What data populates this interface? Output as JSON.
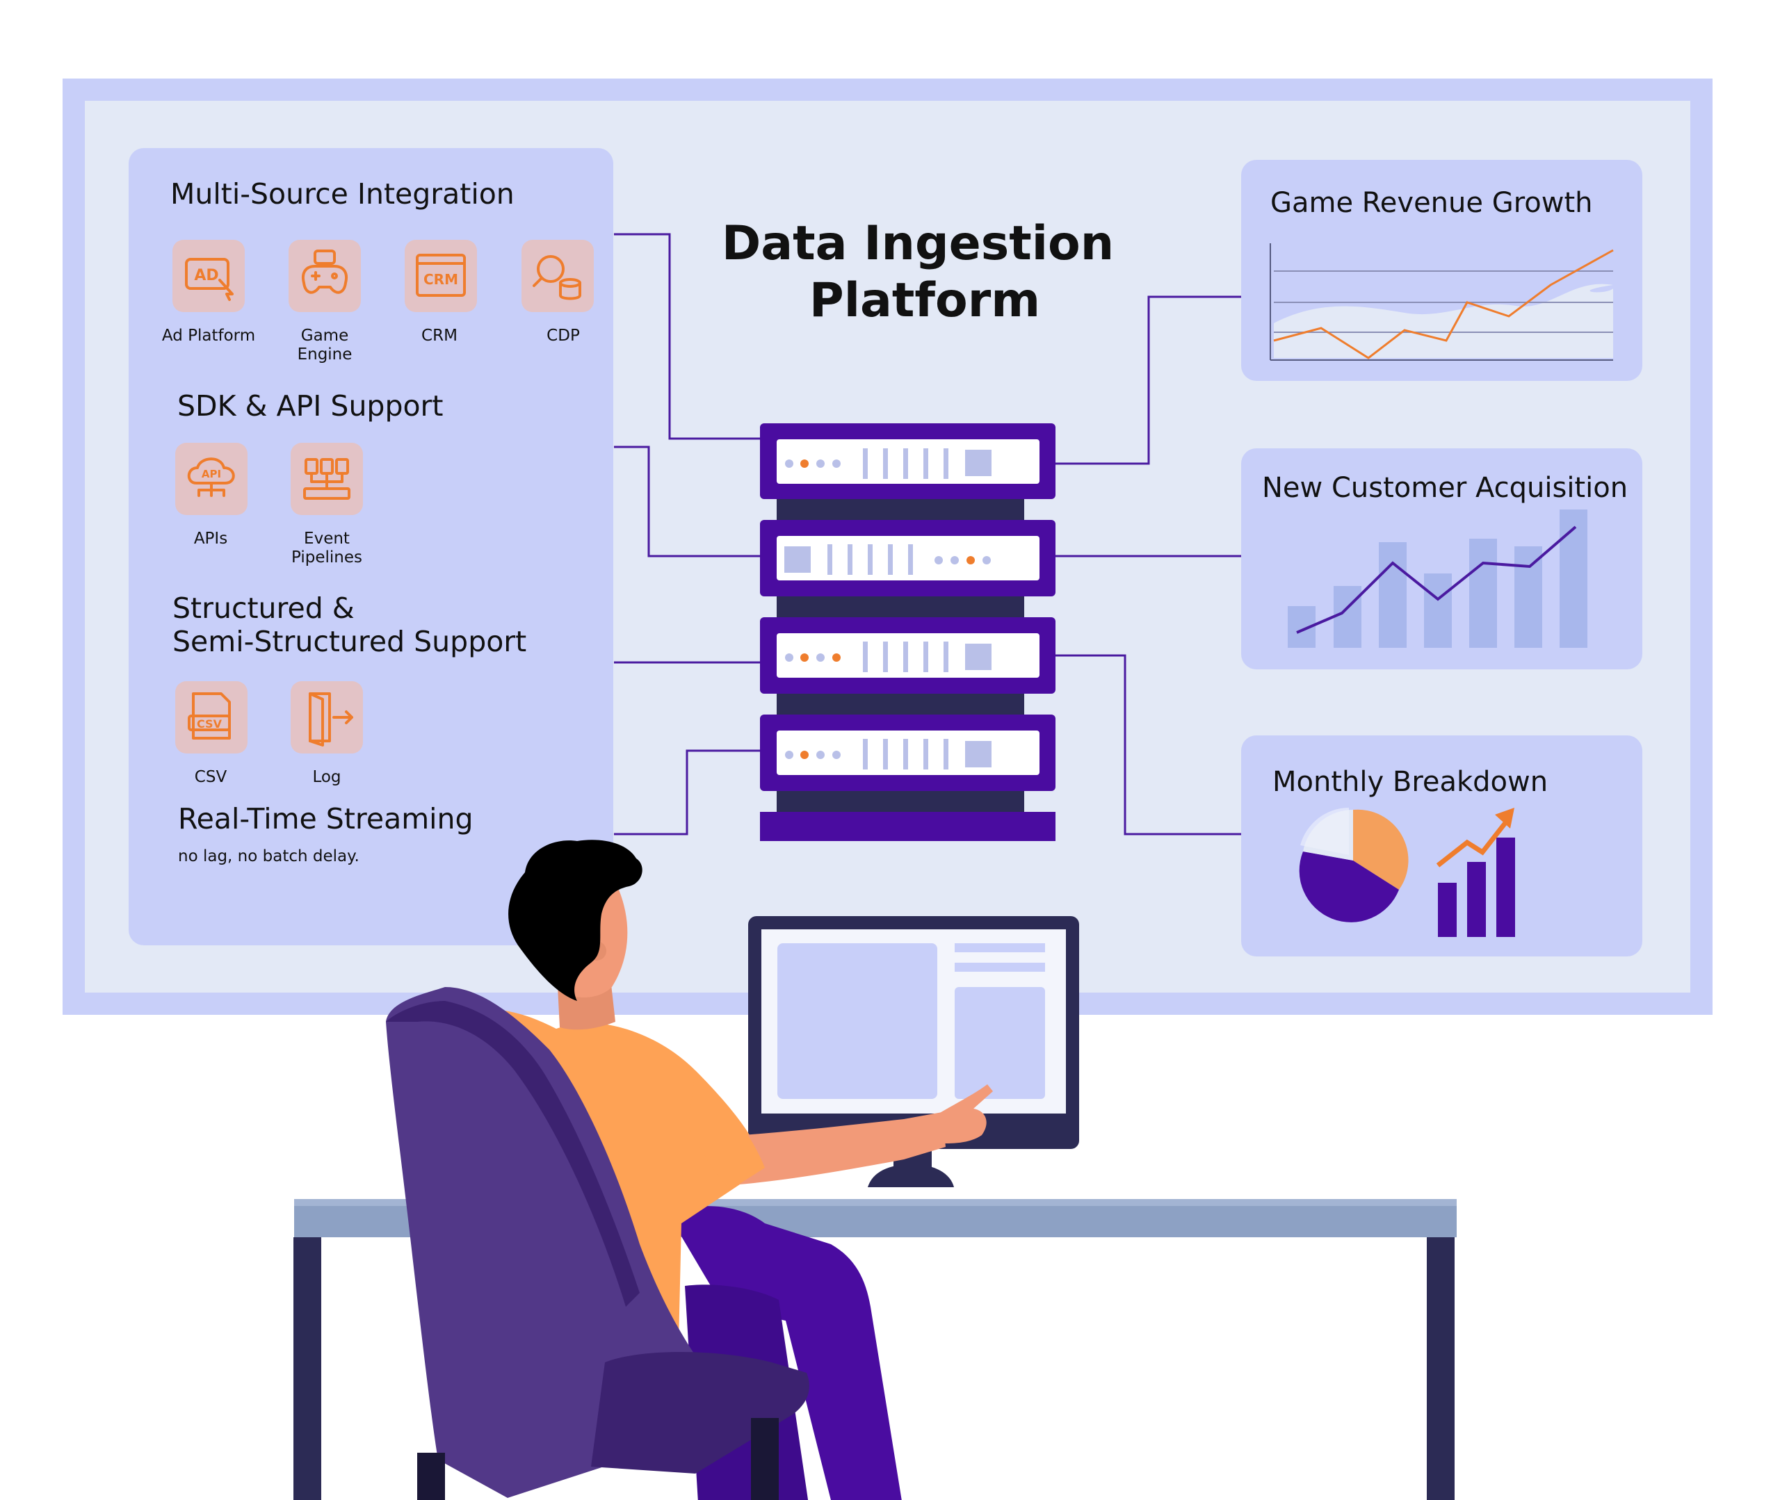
{
  "title_lines": [
    "Data Ingestion",
    "Platform"
  ],
  "left_panel": {
    "sections": [
      {
        "heading": [
          "Multi-Source Integration"
        ],
        "items": [
          {
            "label": [
              "Ad Platform"
            ],
            "icon": "ad-icon"
          },
          {
            "label": [
              "Game",
              "Engine"
            ],
            "icon": "game-controller-icon"
          },
          {
            "label": [
              "CRM"
            ],
            "icon": "crm-window-icon"
          },
          {
            "label": [
              "CDP"
            ],
            "icon": "cdp-database-icon"
          }
        ]
      },
      {
        "heading": [
          "SDK & API Support"
        ],
        "items": [
          {
            "label": [
              "APIs"
            ],
            "icon": "api-cloud-icon"
          },
          {
            "label": [
              "Event",
              "Pipelines"
            ],
            "icon": "event-pipeline-icon"
          }
        ]
      },
      {
        "heading": [
          "Structured &",
          "Semi-Structured Support"
        ],
        "items": [
          {
            "label": [
              "CSV"
            ],
            "icon": "csv-file-icon"
          },
          {
            "label": [
              "Log"
            ],
            "icon": "log-door-icon"
          }
        ]
      },
      {
        "heading": [
          "Real-Time Streaming"
        ],
        "caption": "no lag, no batch delay.",
        "items": []
      }
    ]
  },
  "right_cards": [
    {
      "title": "Game Revenue Growth",
      "icon": "line-chart-icon"
    },
    {
      "title": "New Customer Acquisition",
      "icon": "bar-line-chart-icon"
    },
    {
      "title": "Monthly Breakdown",
      "icon": "pie-bar-chart-icon"
    }
  ],
  "colors": {
    "board_outer": "#c8cff9",
    "board_inner": "#e3e9f6",
    "panel": "#c8cff9",
    "accent_orange": "#ef7d2d",
    "server_purple": "#4a0ca0",
    "connector": "#4a1aa0",
    "text": "#111111"
  }
}
